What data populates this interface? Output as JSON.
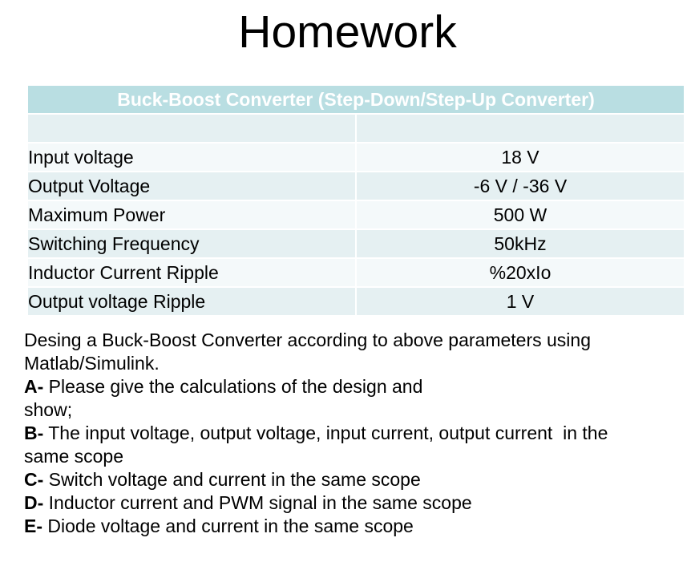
{
  "title": "Homework",
  "table": {
    "header": "Buck-Boost Converter (Step-Down/Step-Up Converter)",
    "rows": [
      {
        "label": "",
        "value": ""
      },
      {
        "label": "Input voltage",
        "value": "18 V"
      },
      {
        "label": "Output Voltage",
        "value": "-6 V / -36 V"
      },
      {
        "label": "Maximum Power",
        "value": "500 W"
      },
      {
        "label": "Switching Frequency",
        "value": "50kHz"
      },
      {
        "label": "Inductor Current Ripple",
        "value": "%20xIo"
      },
      {
        "label": "Output voltage Ripple",
        "value": "1 V"
      }
    ]
  },
  "assignment": {
    "lines": [
      {
        "prefix": "",
        "text": "Desing a Buck-Boost Converter according to above parameters using"
      },
      {
        "prefix": "",
        "text": "Matlab/Simulink."
      },
      {
        "prefix": "A-",
        "text": " Please give the calculations of the design and"
      },
      {
        "prefix": "",
        "text": "show;"
      },
      {
        "prefix": "B-",
        "text": " The input voltage, output voltage, input current, output current  in the"
      },
      {
        "prefix": "",
        "text": "same scope"
      },
      {
        "prefix": "C-",
        "text": " Switch voltage and current in the same scope"
      },
      {
        "prefix": "D-",
        "text": " Inductor current and PWM signal in the same scope"
      },
      {
        "prefix": "E-",
        "text": " Diode voltage and current in the same scope"
      }
    ]
  },
  "colors": {
    "header_bg": "#b9dee2",
    "row_dark": "#e5f0f2",
    "row_light": "#f4f9fa",
    "header_text": "#ffffff",
    "body_text": "#000000"
  }
}
